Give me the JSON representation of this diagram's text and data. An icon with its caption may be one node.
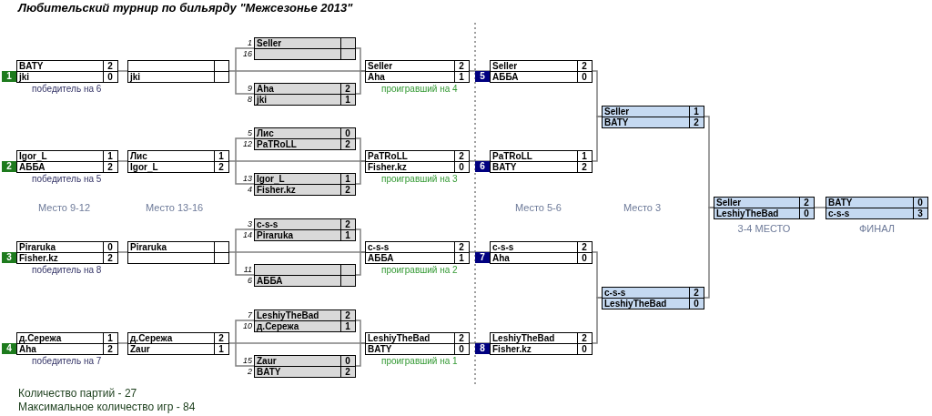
{
  "diagram": {
    "title": "Любительский турнир по бильярду  \"Межсезонье 2013\"",
    "nodes": [
      {
        "text": [
          "BATY",
          "2",
          "jki",
          "0"
        ],
        "beside": [
          "1",
          "победитель на 6"
        ]
      },
      {
        "text": [
          "Igor_L",
          "1",
          "АББА",
          "2"
        ],
        "beside": [
          "2",
          "победитель на 5"
        ]
      },
      {
        "text": [
          "Piraruka",
          "0",
          "Fisher.kz",
          "2"
        ],
        "beside": [
          "3",
          "победитель на 8"
        ]
      },
      {
        "text": [
          "д.Сережа",
          "1",
          "Aha",
          "2"
        ],
        "beside": [
          "4",
          "победитель на 7"
        ]
      },
      {
        "text": [
          "jki"
        ]
      },
      {
        "text": [
          "Лис",
          "1",
          "Igor_L",
          "2"
        ]
      },
      {
        "text": [
          "Piraruka"
        ]
      },
      {
        "text": [
          "д.Сережа",
          "2",
          "Zaur",
          "1"
        ]
      },
      {
        "text": [
          "Seller"
        ],
        "beside": [
          "1",
          "16"
        ]
      },
      {
        "text": [
          "Aha",
          "2",
          "jki",
          "1"
        ],
        "beside": [
          "9",
          "8"
        ]
      },
      {
        "text": [
          "Лис",
          "0",
          "PaTRoLL",
          "2"
        ],
        "beside": [
          "5",
          "12"
        ]
      },
      {
        "text": [
          "Igor_L",
          "1",
          "Fisher.kz",
          "2"
        ],
        "beside": [
          "13",
          "4"
        ]
      },
      {
        "text": [
          "c-s-s",
          "2",
          "Piraruka",
          "1"
        ],
        "beside": [
          "3",
          "14"
        ]
      },
      {
        "text": [
          "АББА"
        ],
        "beside": [
          "11",
          "6"
        ]
      },
      {
        "text": [
          "LeshiyTheBad",
          "2",
          "д.Сережа",
          "1"
        ],
        "beside": [
          "7",
          "10"
        ]
      },
      {
        "text": [
          "Zaur",
          "0",
          "BATY",
          "2"
        ],
        "beside": [
          "15",
          "2"
        ]
      },
      {
        "text": [
          "Seller",
          "2",
          "Aha",
          "1"
        ],
        "beside": [
          "проигравший на 4"
        ]
      },
      {
        "text": [
          "PaTRoLL",
          "2",
          "Fisher.kz",
          "0"
        ],
        "beside": [
          "проигравший на 3"
        ]
      },
      {
        "text": [
          "c-s-s",
          "2",
          "АББА",
          "1"
        ],
        "beside": [
          "проигравший на 2"
        ]
      },
      {
        "text": [
          "LeshiyTheBad",
          "2",
          "BATY",
          "0"
        ],
        "beside": [
          "проигравший на 1"
        ]
      },
      {
        "text": [
          "Seller",
          "2",
          "АББА",
          "0"
        ],
        "beside": [
          "5"
        ]
      },
      {
        "text": [
          "PaTRoLL",
          "1",
          "BATY",
          "2"
        ],
        "beside": [
          "6"
        ]
      },
      {
        "text": [
          "c-s-s",
          "2",
          "Aha",
          "0"
        ],
        "beside": [
          "7"
        ]
      },
      {
        "text": [
          "LeshiyTheBad",
          "2",
          "Fisher.kz",
          "0"
        ],
        "beside": [
          "8"
        ]
      },
      {
        "text": [
          "Seller",
          "1",
          "BATY",
          "2"
        ]
      },
      {
        "text": [
          "c-s-s",
          "2",
          "LeshiyTheBad",
          "0"
        ]
      },
      {
        "text": [
          "Seller",
          "2",
          "LeshiyTheBad",
          "0"
        ],
        "beside": [
          "3-4 МЕСТО"
        ]
      },
      {
        "text": [
          "BATY",
          "0",
          "c-s-s",
          "3"
        ],
        "beside": [
          "ФИНАЛ"
        ]
      }
    ],
    "edges": [
      {
        "from": 0,
        "to": 4,
        "arrow": "none"
      },
      {
        "from": 1,
        "to": 5,
        "arrow": "none"
      },
      {
        "from": 2,
        "to": 6,
        "arrow": "none"
      },
      {
        "from": 3,
        "to": 7,
        "arrow": "none"
      },
      {
        "from": 4,
        "to": 16,
        "arrow": "none"
      },
      {
        "from": 8,
        "to": 16,
        "arrow": "none"
      },
      {
        "from": 9,
        "to": 16,
        "arrow": "none"
      },
      {
        "from": 5,
        "to": 17,
        "arrow": "none"
      },
      {
        "from": 10,
        "to": 17,
        "arrow": "none"
      },
      {
        "from": 11,
        "to": 17,
        "arrow": "none"
      },
      {
        "from": 6,
        "to": 18,
        "arrow": "none"
      },
      {
        "from": 12,
        "to": 18,
        "arrow": "none"
      },
      {
        "from": 13,
        "to": 18,
        "arrow": "none"
      },
      {
        "from": 7,
        "to": 19,
        "arrow": "none"
      },
      {
        "from": 14,
        "to": 19,
        "arrow": "none"
      },
      {
        "from": 15,
        "to": 19,
        "arrow": "none"
      },
      {
        "from": 16,
        "to": 20,
        "arrow": "none"
      },
      {
        "from": 17,
        "to": 21,
        "arrow": "none"
      },
      {
        "from": 18,
        "to": 22,
        "arrow": "none"
      },
      {
        "from": 19,
        "to": 23,
        "arrow": "none"
      },
      {
        "from": 20,
        "to": 24,
        "arrow": "none"
      },
      {
        "from": 21,
        "to": 24,
        "arrow": "none"
      },
      {
        "from": 22,
        "to": 25,
        "arrow": "none"
      },
      {
        "from": 23,
        "to": 25,
        "arrow": "none"
      },
      {
        "from": 24,
        "to": 26,
        "arrow": "none"
      },
      {
        "from": 25,
        "to": 26,
        "arrow": "none"
      },
      {
        "from": 26,
        "to": 27,
        "arrow": "none"
      },
      {
        "from": 8,
        "to": 9,
        "arrow": "none"
      },
      {
        "from": 10,
        "to": 11,
        "arrow": "none"
      },
      {
        "from": 12,
        "to": 13,
        "arrow": "none"
      },
      {
        "from": 14,
        "to": 15,
        "arrow": "none"
      }
    ],
    "labels": [
      "Место 9-12",
      "Место 13-16",
      "Место 5-6",
      "Место 3",
      "Количество партий - 27",
      "Максимальное количество игр - 84"
    ]
  }
}
